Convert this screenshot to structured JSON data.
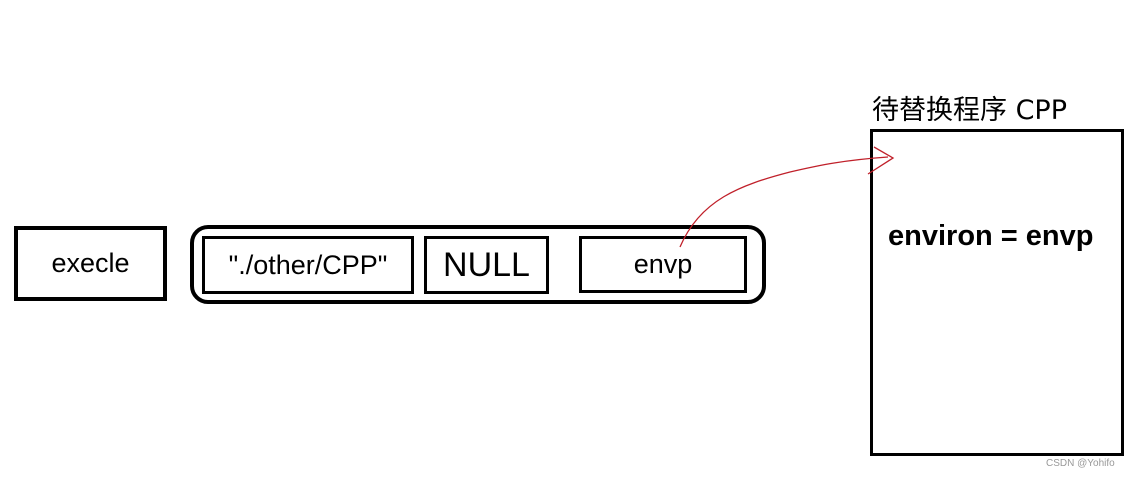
{
  "execle": {
    "label": "execle"
  },
  "args": [
    {
      "label": "\"./other/CPP\""
    },
    {
      "label": "NULL"
    },
    {
      "label": "envp"
    }
  ],
  "target": {
    "title": "待替换程序 CPP",
    "statement": "environ = envp"
  },
  "arrow": {
    "color": "#c0202a"
  },
  "watermark": "CSDN @Yohifo"
}
